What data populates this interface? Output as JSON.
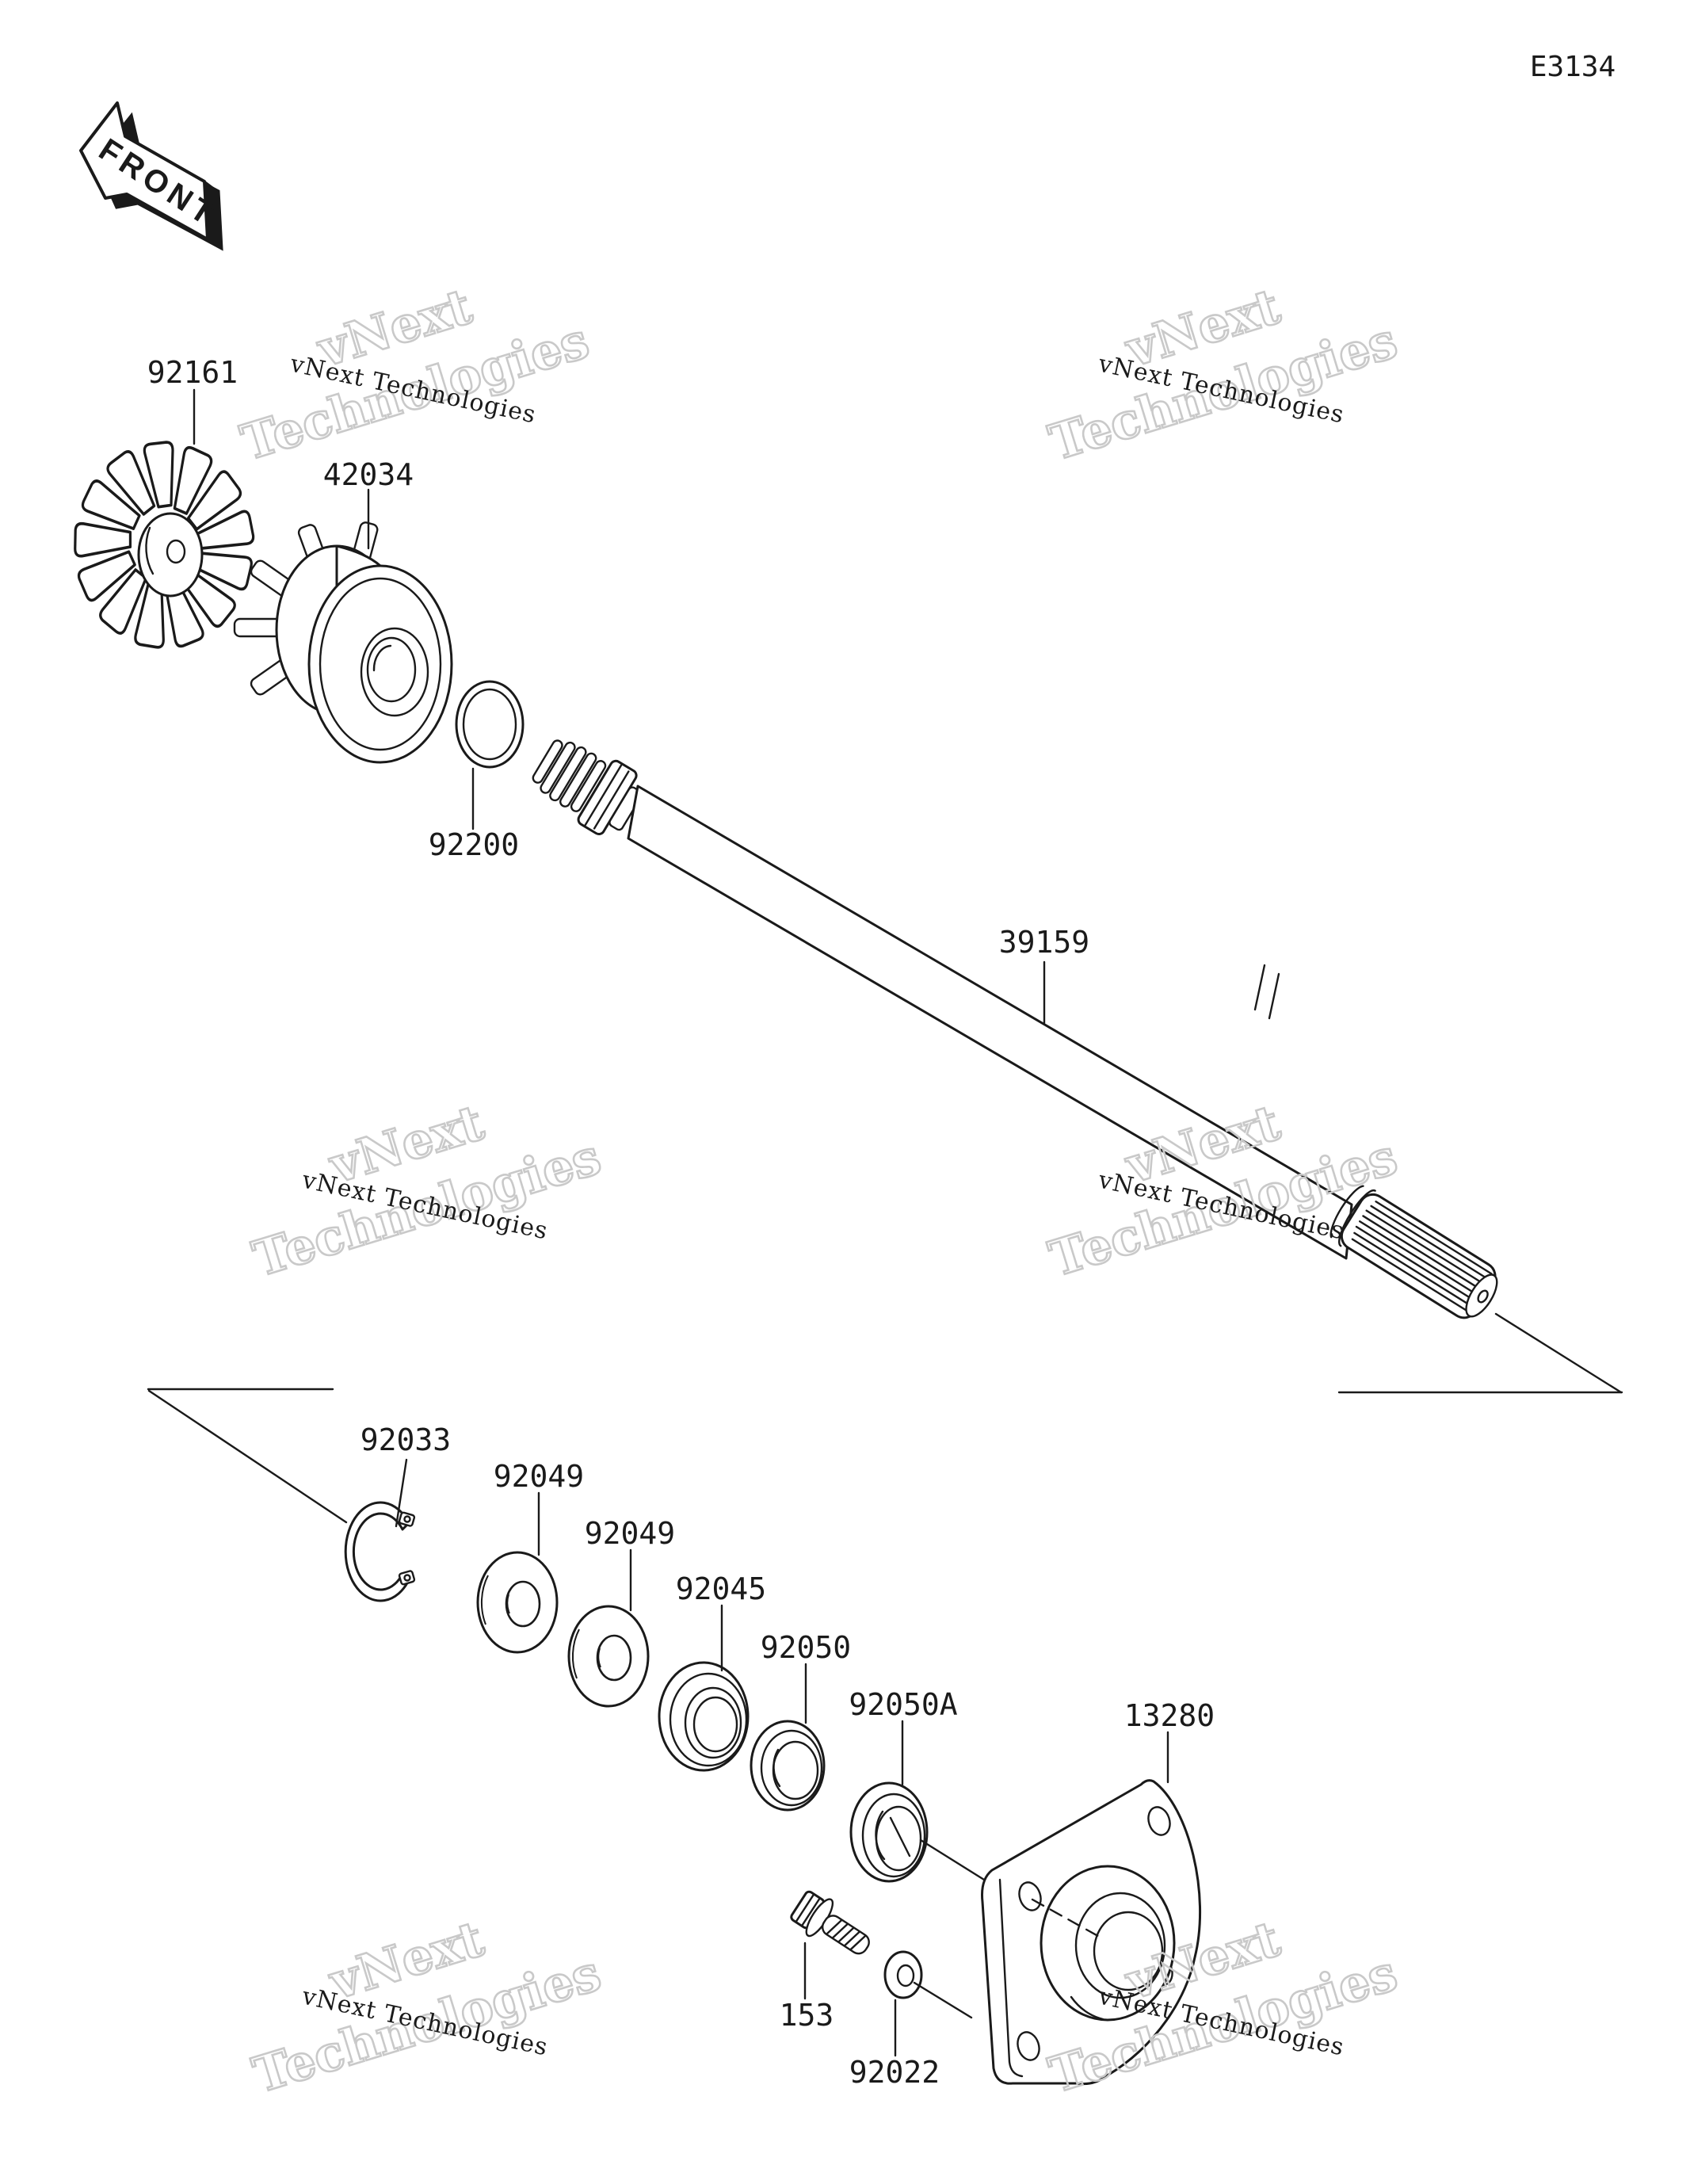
{
  "page": {
    "code": "E3134",
    "bg": "#ffffff",
    "line_color": "#1a1a1a"
  },
  "front_arrow": {
    "label": "FRONT"
  },
  "watermark": {
    "big_line1": "vNext",
    "big_line2": "Technologies",
    "small_text": "vNext Technologies",
    "outline_color": "#c9c9c9"
  },
  "labels": {
    "impeller": "92161",
    "coupling": "42034",
    "oring": "92200",
    "shaft": "39159",
    "circlip": "92033",
    "washer_front": "92049",
    "washer_rear": "92049",
    "bearing": "92045",
    "seal": "92050",
    "seal_a": "92050A",
    "housing": "13280",
    "bolt": "153",
    "washer_small": "92022"
  }
}
